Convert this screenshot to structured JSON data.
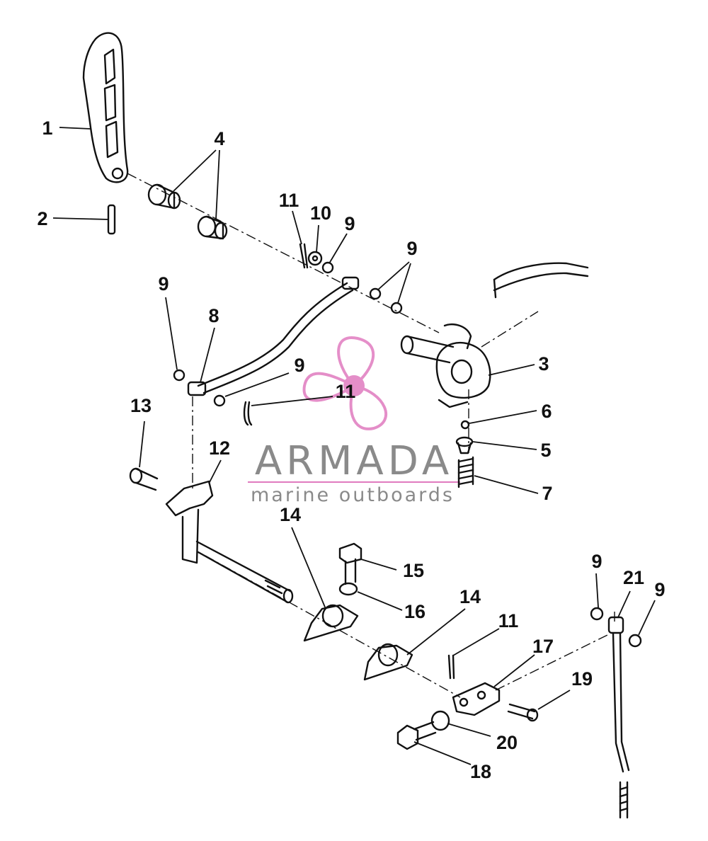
{
  "callouts": {
    "c1": "1",
    "c2": "2",
    "c3": "3",
    "c4": "4",
    "c5": "5",
    "c6": "6",
    "c7": "7",
    "c8": "8",
    "c9a": "9",
    "c9b": "9",
    "c9c": "9",
    "c9d": "9",
    "c9e": "9",
    "c9f": "9",
    "c10": "10",
    "c11a": "11",
    "c11b": "11",
    "c11c": "11",
    "c12": "12",
    "c13": "13",
    "c14a": "14",
    "c14b": "14",
    "c15": "15",
    "c16": "16",
    "c17": "17",
    "c18": "18",
    "c19": "19",
    "c20": "20",
    "c21": "21"
  },
  "watermark": {
    "brand": "ARMADA",
    "tagline": "marine outboards",
    "logo_icon": "propeller-icon",
    "logo_color": "#e07bbf",
    "text_color": "#8a8a8a"
  }
}
